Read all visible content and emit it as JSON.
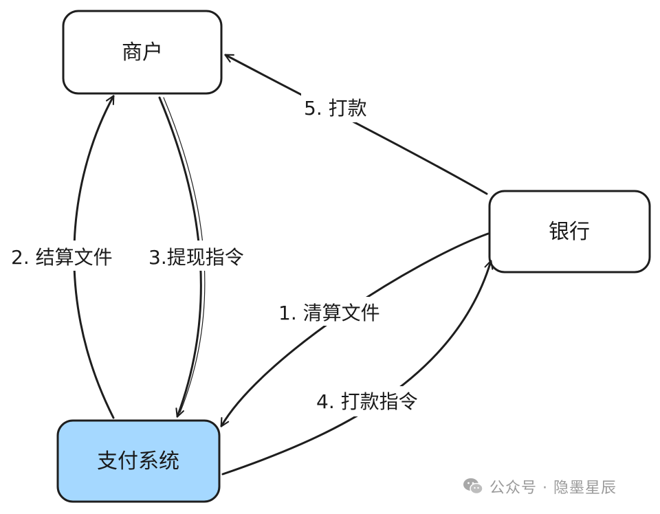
{
  "diagram": {
    "nodes": {
      "merchant": {
        "label": "商户",
        "fill": "#ffffff"
      },
      "bank": {
        "label": "银行",
        "fill": "#ffffff"
      },
      "payment_system": {
        "label": "支付系统",
        "fill": "#a5d8ff"
      }
    },
    "edges": {
      "clearing_file": {
        "label": "1. 清算文件"
      },
      "settlement_file": {
        "label": "2. 结算文件"
      },
      "withdraw_instruction": {
        "label": "3.提现指令"
      },
      "payment_instruction": {
        "label": "4. 打款指令"
      },
      "payout": {
        "label": "5. 打款"
      }
    },
    "stroke_color": "#1e1e1e"
  },
  "watermark": {
    "icon": "wechat-icon",
    "text": "公众号 · 隐墨星辰"
  }
}
